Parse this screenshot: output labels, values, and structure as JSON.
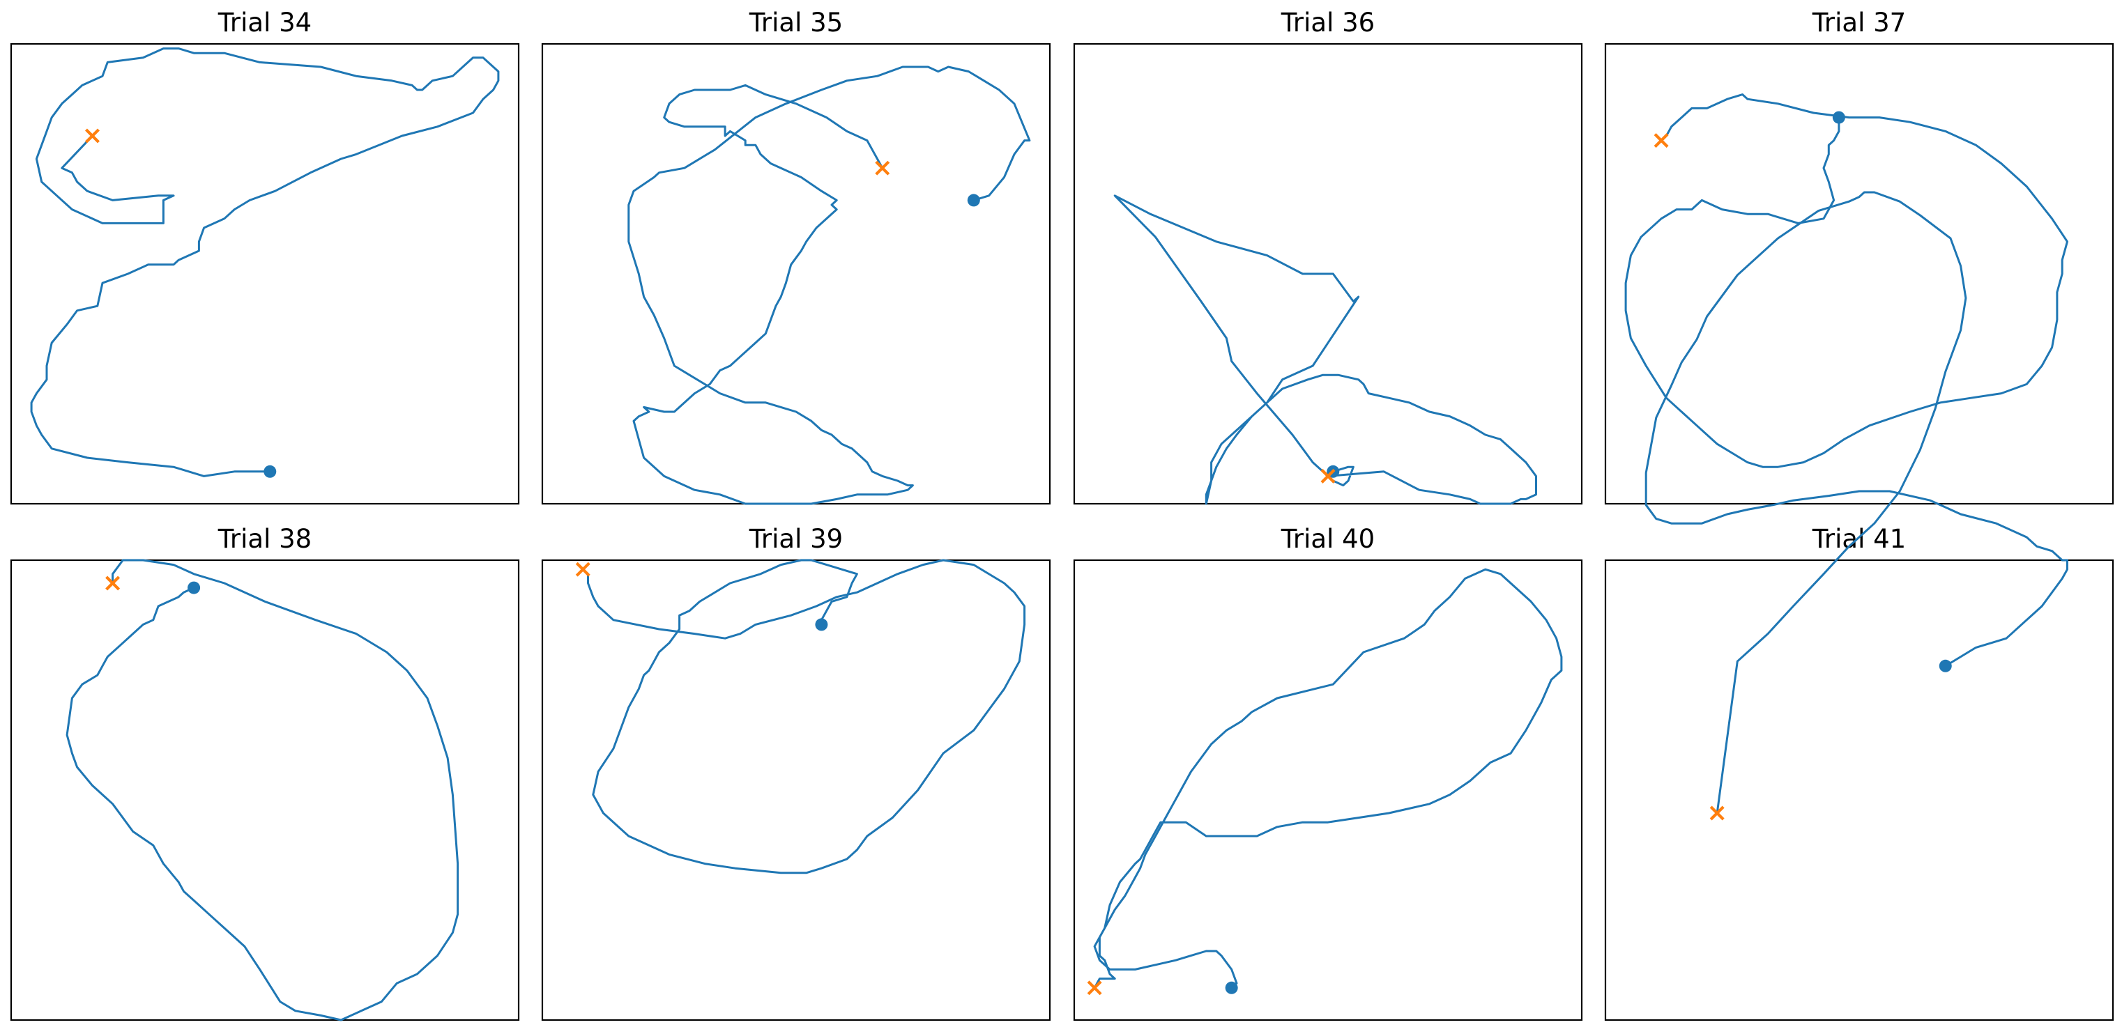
{
  "colors": {
    "trace": "#1f77b4",
    "end_marker": "#ff7f0e",
    "frame": "#000000"
  },
  "chart_data": [
    {
      "type": "line",
      "title": "Trial 34",
      "xlim": [
        0,
        100
      ],
      "ylim": [
        0,
        100
      ],
      "grid": false,
      "x": [
        51,
        44,
        38,
        32,
        23,
        15,
        8,
        6,
        5,
        4,
        4,
        5,
        7,
        7,
        8,
        11,
        13,
        17,
        18,
        23,
        27,
        32,
        33,
        37,
        37,
        38,
        42,
        44,
        47,
        52,
        59,
        65,
        68,
        77,
        84,
        91,
        93,
        95,
        96,
        96,
        94,
        93,
        91,
        89,
        87,
        83,
        82,
        81,
        80,
        79,
        75,
        68,
        61,
        49,
        42,
        36,
        33,
        30,
        26,
        19,
        18,
        14,
        12,
        10,
        8,
        7,
        6,
        5,
        6,
        9,
        12,
        18,
        25,
        30,
        30,
        32,
        31,
        29,
        20,
        15,
        13,
        12,
        10,
        16
      ],
      "y": [
        7,
        7,
        6,
        8,
        9,
        10,
        12,
        15,
        17,
        20,
        22,
        24,
        27,
        30,
        35,
        39,
        42,
        43,
        48,
        50,
        52,
        52,
        53,
        55,
        57,
        60,
        62,
        64,
        66,
        68,
        72,
        75,
        76,
        80,
        82,
        85,
        88,
        90,
        92,
        94,
        96,
        97,
        97,
        95,
        93,
        92,
        91,
        90,
        90,
        91,
        92,
        93,
        95,
        96,
        98,
        98,
        99,
        99,
        97,
        96,
        93,
        91,
        89,
        87,
        84,
        81,
        78,
        75,
        70,
        67,
        64,
        61,
        61,
        61,
        66,
        67,
        67,
        67,
        66,
        68,
        70,
        72,
        73,
        80
      ]
    },
    {
      "type": "line",
      "title": "Trial 35",
      "xlim": [
        0,
        100
      ],
      "ylim": [
        0,
        100
      ],
      "grid": false,
      "x": [
        85,
        88,
        91,
        93,
        95,
        96,
        93,
        90,
        87,
        84,
        80,
        78,
        76,
        71,
        66,
        60,
        55,
        48,
        42,
        34,
        28,
        23,
        22,
        18,
        17,
        17,
        19,
        20,
        22,
        24,
        26,
        29,
        32,
        35,
        40,
        44,
        47,
        50,
        53,
        55,
        57,
        59,
        61,
        62,
        64,
        65,
        67,
        70,
        72,
        73,
        72,
        68,
        62,
        58,
        53,
        47,
        40,
        35,
        30,
        24,
        20,
        19,
        18,
        19,
        21,
        20,
        24,
        26,
        27,
        30,
        33,
        35,
        37,
        39,
        42,
        44,
        45,
        46,
        47,
        48,
        49,
        51,
        52,
        54,
        55,
        56,
        58,
        57,
        58,
        55,
        51,
        47,
        45,
        43,
        42,
        40,
        40,
        37,
        36,
        36,
        28,
        25,
        24,
        25,
        27,
        30,
        37,
        40,
        44,
        50,
        54,
        56,
        60,
        62,
        64,
        65,
        66,
        67
      ],
      "y": [
        66,
        67,
        71,
        76,
        79,
        79,
        87,
        90,
        92,
        94,
        95,
        94,
        95,
        95,
        93,
        92,
        90,
        87,
        84,
        77,
        73,
        72,
        71,
        68,
        65,
        57,
        50,
        45,
        41,
        36,
        30,
        28,
        26,
        24,
        22,
        22,
        21,
        20,
        18,
        16,
        15,
        13,
        12,
        11,
        9,
        7,
        6,
        5,
        4,
        4,
        3,
        2,
        2,
        1,
        0,
        0,
        0,
        2,
        3,
        6,
        10,
        14,
        18,
        19,
        20,
        21,
        20,
        20,
        21,
        24,
        26,
        29,
        30,
        32,
        35,
        37,
        40,
        43,
        45,
        48,
        52,
        55,
        57,
        60,
        61,
        62,
        64,
        65,
        66,
        68,
        71,
        73,
        74,
        76,
        78,
        78,
        79,
        81,
        80,
        82,
        82,
        83,
        84,
        87,
        89,
        90,
        90,
        91,
        89,
        87,
        85,
        84,
        81,
        80,
        79,
        77,
        75,
        73
      ]
    },
    {
      "type": "line",
      "title": "Trial 36",
      "xlim": [
        0,
        100
      ],
      "ylim": [
        0,
        100
      ],
      "grid": false,
      "x": [
        51,
        54,
        55,
        54,
        53,
        51,
        47,
        43,
        36,
        31,
        30,
        25,
        16,
        8,
        15,
        28,
        38,
        45,
        51,
        55,
        56,
        47,
        41,
        38,
        35,
        32,
        30,
        28,
        27,
        26,
        26,
        27,
        27,
        29,
        32,
        35,
        38,
        41,
        46,
        49,
        52,
        56,
        57,
        58,
        62,
        66,
        70,
        74,
        78,
        81,
        84,
        86,
        88,
        89,
        91,
        91,
        89,
        88,
        86,
        84,
        82,
        80,
        78,
        74,
        68,
        61,
        50
      ],
      "y": [
        7,
        8,
        8,
        5,
        4,
        5,
        9,
        15,
        24,
        31,
        36,
        44,
        58,
        67,
        63,
        57,
        54,
        50,
        50,
        44,
        45,
        30,
        27,
        22,
        19,
        15,
        12,
        8,
        5,
        0,
        2,
        5,
        9,
        13,
        16,
        19,
        22,
        25,
        27,
        28,
        28,
        27,
        26,
        24,
        23,
        22,
        20,
        19,
        17,
        15,
        14,
        12,
        10,
        9,
        6,
        2,
        1,
        1,
        0,
        0,
        0,
        0,
        1,
        2,
        3,
        7,
        6
      ]
    },
    {
      "type": "line",
      "title": "Trial 37",
      "xlim": [
        0,
        100
      ],
      "ylim": [
        0,
        100
      ],
      "grid": false,
      "x": [
        46,
        46,
        45,
        44,
        44,
        43,
        44,
        45,
        44,
        43,
        38,
        32,
        28,
        23,
        19,
        17,
        14,
        11,
        7,
        5,
        4,
        4,
        5,
        8,
        12,
        17,
        22,
        25,
        28,
        31,
        34,
        39,
        43,
        47,
        52,
        60,
        66,
        72,
        78,
        83,
        86,
        88,
        89,
        89,
        90,
        90,
        91,
        88,
        83,
        78,
        73,
        67,
        60,
        54,
        48,
        41,
        34,
        28,
        27,
        24,
        20,
        17,
        15,
        13,
        12,
        11
      ],
      "y": [
        84,
        81,
        79,
        78,
        76,
        73,
        70,
        66,
        64,
        62,
        61,
        63,
        63,
        64,
        66,
        64,
        64,
        62,
        58,
        54,
        48,
        42,
        36,
        30,
        23,
        18,
        13,
        11,
        9,
        8,
        8,
        9,
        11,
        14,
        17,
        20,
        22,
        23,
        24,
        26,
        30,
        34,
        40,
        46,
        50,
        53,
        57,
        62,
        69,
        74,
        78,
        81,
        83,
        84,
        84,
        85,
        87,
        88,
        89,
        88,
        86,
        86,
        84,
        82,
        80,
        79
      ]
    },
    {
      "type": "line",
      "title": "Trial 38",
      "xlim": [
        0,
        100
      ],
      "ylim": [
        0,
        100
      ],
      "grid": false,
      "x": [
        36,
        34,
        33,
        31,
        29,
        28,
        26,
        24,
        22,
        19,
        18,
        17,
        14,
        12,
        11,
        12,
        13,
        16,
        20,
        22,
        24,
        28,
        30,
        33,
        34,
        36,
        39,
        42,
        46,
        49,
        53,
        56,
        61,
        65,
        69,
        73,
        76,
        80,
        84,
        87,
        88,
        88,
        87,
        86,
        84,
        82,
        78,
        74,
        68,
        60,
        50,
        42,
        36,
        32,
        26,
        22,
        20,
        20
      ],
      "y": [
        94,
        93,
        92,
        91,
        90,
        87,
        86,
        84,
        82,
        79,
        77,
        75,
        73,
        70,
        62,
        58,
        55,
        51,
        47,
        44,
        41,
        38,
        34,
        30,
        28,
        26,
        23,
        20,
        16,
        11,
        4,
        2,
        1,
        0,
        2,
        4,
        8,
        10,
        14,
        19,
        23,
        34,
        49,
        57,
        64,
        70,
        76,
        80,
        84,
        87,
        91,
        95,
        97,
        99,
        100,
        100,
        97,
        95
      ]
    },
    {
      "type": "line",
      "title": "Trial 39",
      "xlim": [
        0,
        100
      ],
      "ylim": [
        0,
        100
      ],
      "grid": false,
      "x": [
        55,
        54,
        55,
        56,
        57,
        60,
        61,
        62,
        56,
        53,
        51,
        47,
        43,
        37,
        31,
        29,
        27,
        27,
        27,
        25,
        23,
        22,
        21,
        20,
        19,
        17,
        14,
        11,
        10,
        12,
        17,
        25,
        32,
        38,
        47,
        52,
        55,
        60,
        62,
        64,
        69,
        74,
        79,
        85,
        91,
        94,
        95,
        95,
        93,
        91,
        85,
        79,
        75,
        70,
        66,
        62,
        58,
        54,
        49,
        42,
        39,
        36,
        30,
        23,
        14,
        11,
        10,
        9,
        9,
        8
      ],
      "y": [
        86,
        86,
        87,
        89,
        91,
        92,
        95,
        97,
        99,
        100,
        100,
        99,
        97,
        95,
        91,
        89,
        88,
        88,
        85,
        82,
        80,
        78,
        76,
        75,
        72,
        68,
        59,
        54,
        49,
        45,
        40,
        36,
        34,
        33,
        32,
        32,
        33,
        35,
        37,
        40,
        44,
        50,
        58,
        63,
        72,
        78,
        86,
        90,
        93,
        95,
        99,
        100,
        99,
        97,
        95,
        93,
        92,
        90,
        88,
        86,
        84,
        83,
        84,
        85,
        87,
        90,
        92,
        95,
        97,
        98
      ]
    },
    {
      "type": "line",
      "title": "Trial 40",
      "xlim": [
        0,
        100
      ],
      "ylim": [
        0,
        100
      ],
      "grid": false,
      "x": [
        31,
        32,
        31,
        29,
        28,
        26,
        23,
        20,
        16,
        12,
        9,
        7,
        5,
        4,
        6,
        7,
        9,
        12,
        13,
        14,
        16,
        17,
        22,
        26,
        31,
        33,
        36,
        40,
        45,
        50,
        56,
        62,
        70,
        74,
        78,
        82,
        86,
        89,
        92,
        94,
        96,
        96,
        95,
        93,
        90,
        87,
        84,
        81,
        77,
        74,
        71,
        69,
        65,
        57,
        51,
        40,
        35,
        33,
        30,
        27,
        23,
        20,
        18,
        16,
        14,
        13,
        12,
        11,
        10,
        8,
        6,
        5,
        5,
        6,
        7,
        8,
        5,
        4
      ],
      "y": [
        7,
        8,
        11,
        14,
        15,
        15,
        14,
        13,
        12,
        11,
        11,
        11,
        13,
        16,
        20,
        25,
        30,
        34,
        35,
        37,
        41,
        43,
        43,
        40,
        40,
        40,
        40,
        42,
        43,
        43,
        44,
        45,
        47,
        49,
        52,
        56,
        58,
        63,
        69,
        74,
        76,
        79,
        83,
        87,
        91,
        94,
        97,
        98,
        96,
        92,
        89,
        86,
        83,
        80,
        73,
        70,
        67,
        65,
        63,
        60,
        54,
        48,
        44,
        40,
        36,
        33,
        31,
        29,
        27,
        24,
        20,
        18,
        14,
        13,
        10,
        9,
        9,
        7
      ]
    },
    {
      "type": "line",
      "title": "Trial 41",
      "xlim": [
        0,
        100
      ],
      "ylim": [
        0,
        100
      ],
      "grid": false,
      "x": [
        67,
        70,
        73,
        76,
        79,
        83,
        86,
        88,
        90,
        91,
        91,
        90,
        88,
        85,
        83,
        77,
        70,
        64,
        56,
        50,
        44,
        37,
        33,
        28,
        24,
        19,
        13,
        10,
        8,
        8,
        8,
        9,
        10,
        13,
        15,
        18,
        20,
        26,
        34,
        38,
        42,
        48,
        50,
        51,
        53,
        58,
        62,
        68,
        70,
        71,
        70,
        67,
        65,
        62,
        58,
        53,
        48,
        43,
        37,
        32,
        26,
        22
      ],
      "y": [
        77,
        79,
        81,
        82,
        83,
        87,
        90,
        93,
        96,
        98,
        100,
        100,
        102,
        103,
        105,
        108,
        110,
        113,
        115,
        115,
        114,
        113,
        112,
        111,
        110,
        108,
        108,
        109,
        112,
        115,
        119,
        125,
        131,
        138,
        143,
        148,
        153,
        162,
        170,
        173,
        176,
        178,
        179,
        180,
        180,
        178,
        175,
        170,
        164,
        157,
        150,
        141,
        133,
        124,
        115,
        108,
        103,
        97,
        90,
        84,
        78,
        45
      ]
    }
  ]
}
